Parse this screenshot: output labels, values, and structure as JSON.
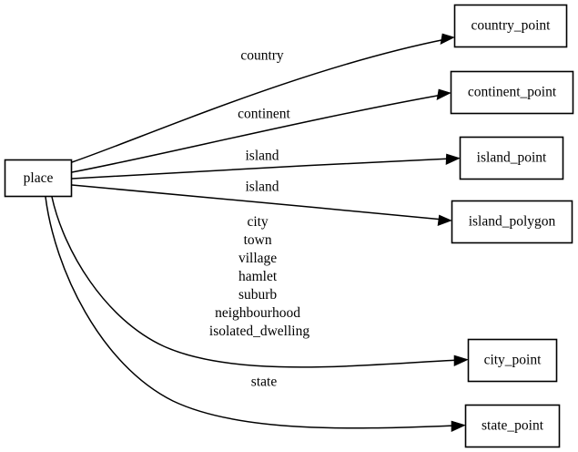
{
  "diagram": {
    "type": "directed-graph",
    "source_node": {
      "id": "place",
      "label": "place"
    },
    "target_nodes": [
      {
        "id": "country_point",
        "label": "country_point"
      },
      {
        "id": "continent_point",
        "label": "continent_point"
      },
      {
        "id": "island_point",
        "label": "island_point"
      },
      {
        "id": "island_polygon",
        "label": "island_polygon"
      },
      {
        "id": "city_point",
        "label": "city_point"
      },
      {
        "id": "state_point",
        "label": "state_point"
      }
    ],
    "edges": [
      {
        "from": "place",
        "to": "country_point",
        "label": "country"
      },
      {
        "from": "place",
        "to": "continent_point",
        "label": "continent"
      },
      {
        "from": "place",
        "to": "island_point",
        "label": "island"
      },
      {
        "from": "place",
        "to": "island_polygon",
        "label": "island"
      },
      {
        "from": "place",
        "to": "city_point",
        "label": "city\ntown\nvillage\nhamlet\nsuburb\nneighbourhood\nisolated_dwelling"
      },
      {
        "from": "place",
        "to": "state_point",
        "label": "state"
      }
    ],
    "edge_label_lines": {
      "country": [
        "country"
      ],
      "continent": [
        "continent"
      ],
      "island_point": [
        "island"
      ],
      "island_polygon": [
        "island"
      ],
      "city_point": [
        "city",
        "town",
        "village",
        "hamlet",
        "suburb",
        "neighbourhood",
        "isolated_dwelling"
      ],
      "state": [
        "state"
      ]
    },
    "colors": {
      "background": "#ffffff",
      "stroke": "#000000",
      "node_fill": "#ffffff",
      "text": "#000000"
    }
  }
}
